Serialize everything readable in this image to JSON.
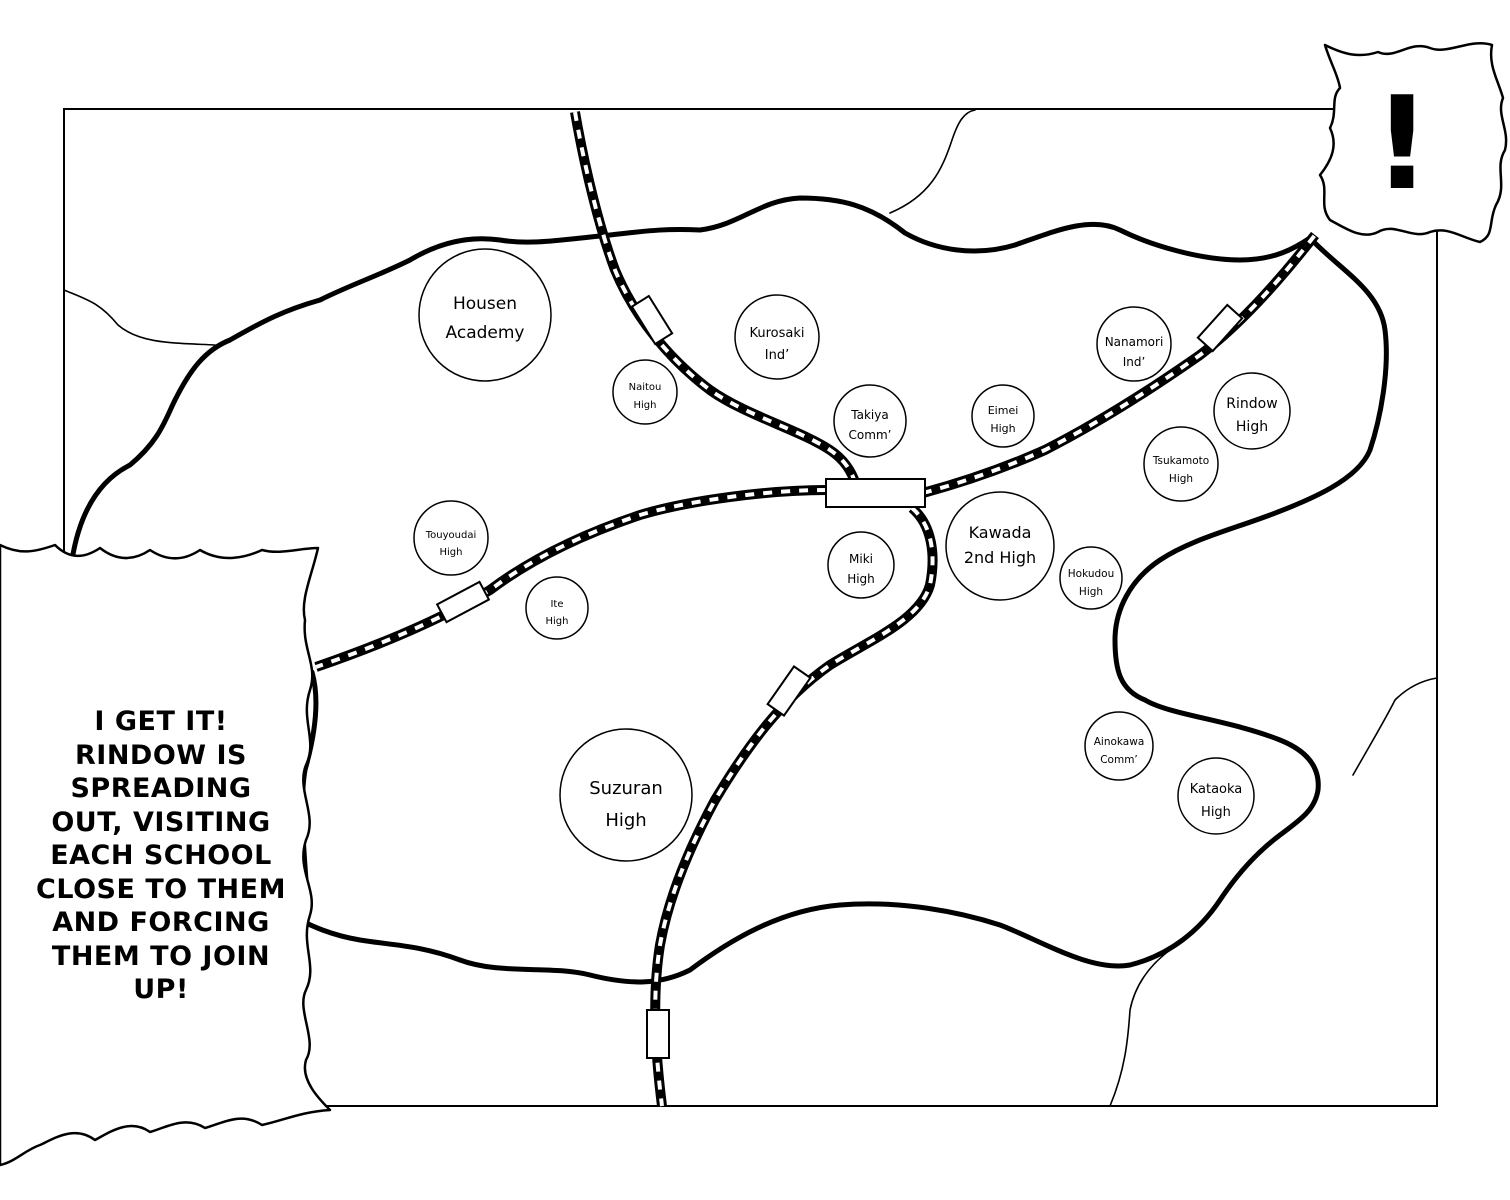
{
  "caption": "I GET IT!\nRINDOW IS\nSPREADING\nOUT, VISITING\nEACH SCHOOL\nCLOSE TO THEM\nAND FORCING\nTHEM TO JOIN\nUP!",
  "exclamation": "!",
  "schools": [
    {
      "id": "housen-academy",
      "lines": [
        "Housen",
        "Academy"
      ]
    },
    {
      "id": "naitou-high",
      "lines": [
        "Naitou",
        "High"
      ]
    },
    {
      "id": "kurosaki-ind",
      "lines": [
        "Kurosaki",
        "Ind’"
      ]
    },
    {
      "id": "takiya-comm",
      "lines": [
        "Takiya",
        "Comm’"
      ]
    },
    {
      "id": "eimei-high",
      "lines": [
        "Eimei",
        "High"
      ]
    },
    {
      "id": "nanamori-ind",
      "lines": [
        "Nanamori",
        "Ind’"
      ]
    },
    {
      "id": "rindow-high",
      "lines": [
        "Rindow",
        "High"
      ]
    },
    {
      "id": "tsukamoto-high",
      "lines": [
        "Tsukamoto",
        "High"
      ]
    },
    {
      "id": "touyoudai-high",
      "lines": [
        "Touyoudai",
        "High"
      ]
    },
    {
      "id": "ite-high",
      "lines": [
        "Ite",
        "High"
      ]
    },
    {
      "id": "miki-high",
      "lines": [
        "Miki",
        "High"
      ]
    },
    {
      "id": "kawada-2nd-high",
      "lines": [
        "Kawada",
        "2nd High"
      ]
    },
    {
      "id": "hokudou-high",
      "lines": [
        "Hokudou",
        "High"
      ]
    },
    {
      "id": "suzuran-high",
      "lines": [
        "Suzuran",
        "High"
      ]
    },
    {
      "id": "ainokawa-comm",
      "lines": [
        "Ainokawa",
        "Comm’"
      ]
    },
    {
      "id": "kataoka-high",
      "lines": [
        "Kataoka",
        "High"
      ]
    }
  ]
}
